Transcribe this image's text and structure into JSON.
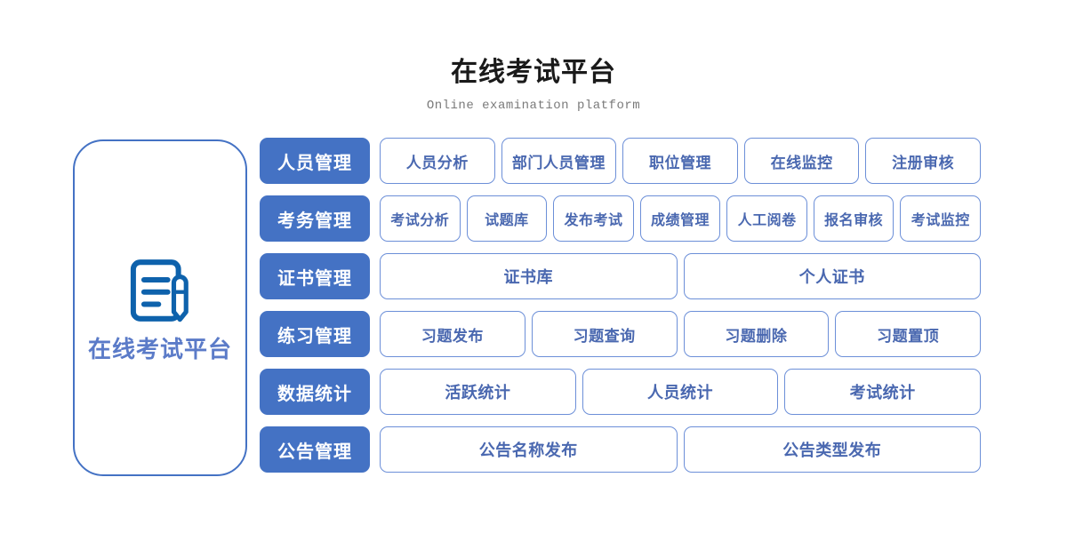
{
  "header": {
    "title": "在线考试平台",
    "subtitle": "Online examination platform"
  },
  "brand": {
    "label": "在线考试平台",
    "icon": "document-pencil-icon",
    "icon_color": "#0e62ac",
    "border_color": "#4472c4",
    "label_color": "#5b7bc8"
  },
  "colors": {
    "category_fill": "#4472c4",
    "category_text": "#ffffff",
    "sub_border": "#6c8fd8",
    "sub_text": "#4a68b0",
    "subtitle_text": "#7a7a7a",
    "title_text": "#1a1a1a"
  },
  "rows": [
    {
      "category": "人员管理",
      "items": [
        "人员分析",
        "部门人员管理",
        "职位管理",
        "在线监控",
        "注册审核"
      ]
    },
    {
      "category": "考务管理",
      "items": [
        "考试分析",
        "试题库",
        "发布考试",
        "成绩管理",
        "人工阅卷",
        "报名审核",
        "考试监控"
      ]
    },
    {
      "category": "证书管理",
      "items": [
        "证书库",
        "个人证书"
      ]
    },
    {
      "category": "练习管理",
      "items": [
        "习题发布",
        "习题查询",
        "习题删除",
        "习题置顶"
      ]
    },
    {
      "category": "数据统计",
      "items": [
        "活跃统计",
        "人员统计",
        "考试统计"
      ]
    },
    {
      "category": "公告管理",
      "items": [
        "公告名称发布",
        "公告类型发布"
      ]
    }
  ]
}
